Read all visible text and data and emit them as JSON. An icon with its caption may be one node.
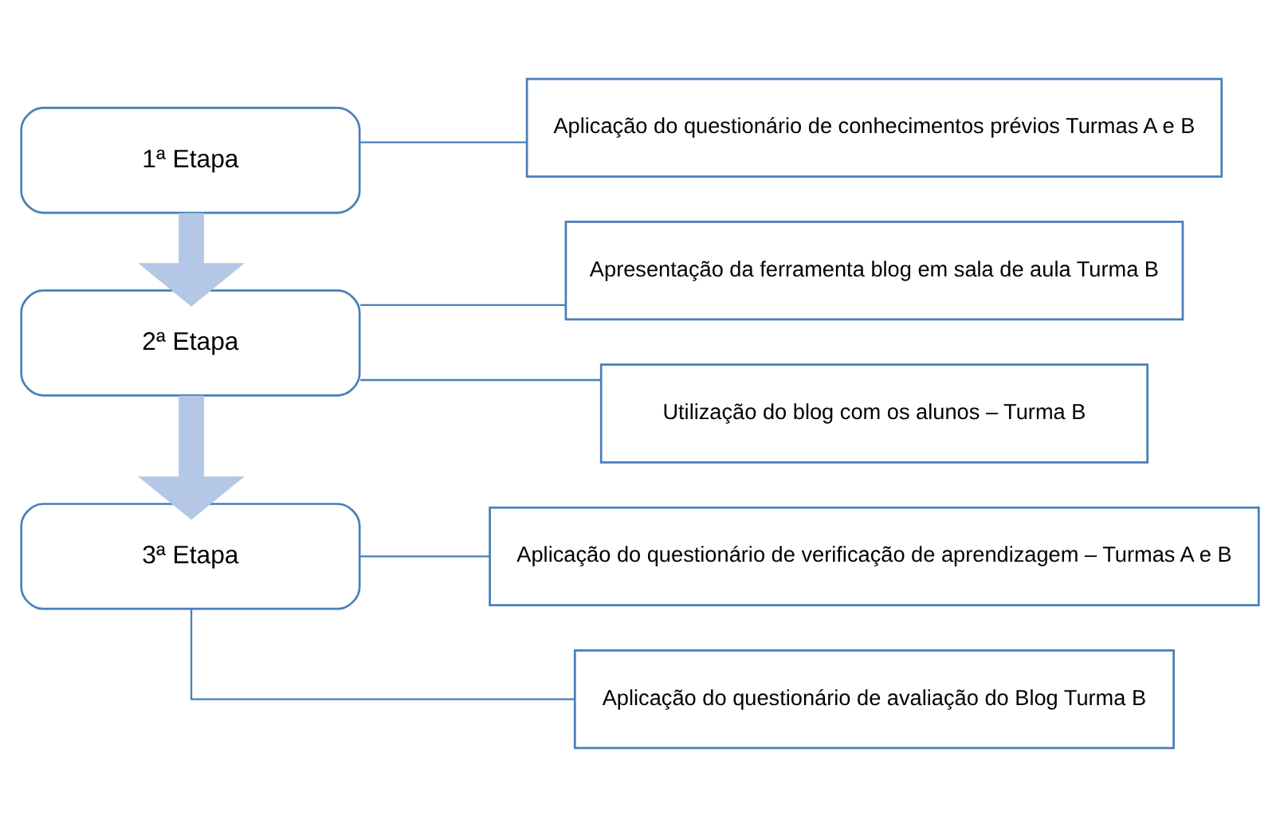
{
  "diagram": {
    "nodes": [
      {
        "text": [
          "1ª Etapa"
        ]
      },
      {
        "text": [
          "Aplicação do questionário de conhecimentos prévios Turmas A e B"
        ]
      },
      {
        "text": [
          "2ª Etapa"
        ]
      },
      {
        "text": [
          "Apresentação da ferramenta blog em sala de aula Turma B"
        ]
      },
      {
        "text": [
          "Utilização do blog com os alunos – Turma B"
        ]
      },
      {
        "text": [
          "3ª Etapa"
        ]
      },
      {
        "text": [
          "Aplicação do questionário de verificação de aprendizagem – Turmas A e B"
        ]
      },
      {
        "text": [
          "Aplicação do questionário de avaliação do Blog Turma B"
        ]
      }
    ],
    "edges": [
      {
        "from": 0,
        "to": 1,
        "arrow": "none"
      },
      {
        "from": 0,
        "to": 2,
        "arrow": "to",
        "style": "thick",
        "color": "#b4c7e7"
      },
      {
        "from": 2,
        "to": 3,
        "arrow": "none"
      },
      {
        "from": 2,
        "to": 4,
        "arrow": "none"
      },
      {
        "from": 2,
        "to": 5,
        "arrow": "to",
        "style": "thick",
        "color": "#b4c7e7"
      },
      {
        "from": 5,
        "to": 6,
        "arrow": "none"
      },
      {
        "from": 5,
        "to": 7,
        "arrow": "none"
      }
    ]
  }
}
